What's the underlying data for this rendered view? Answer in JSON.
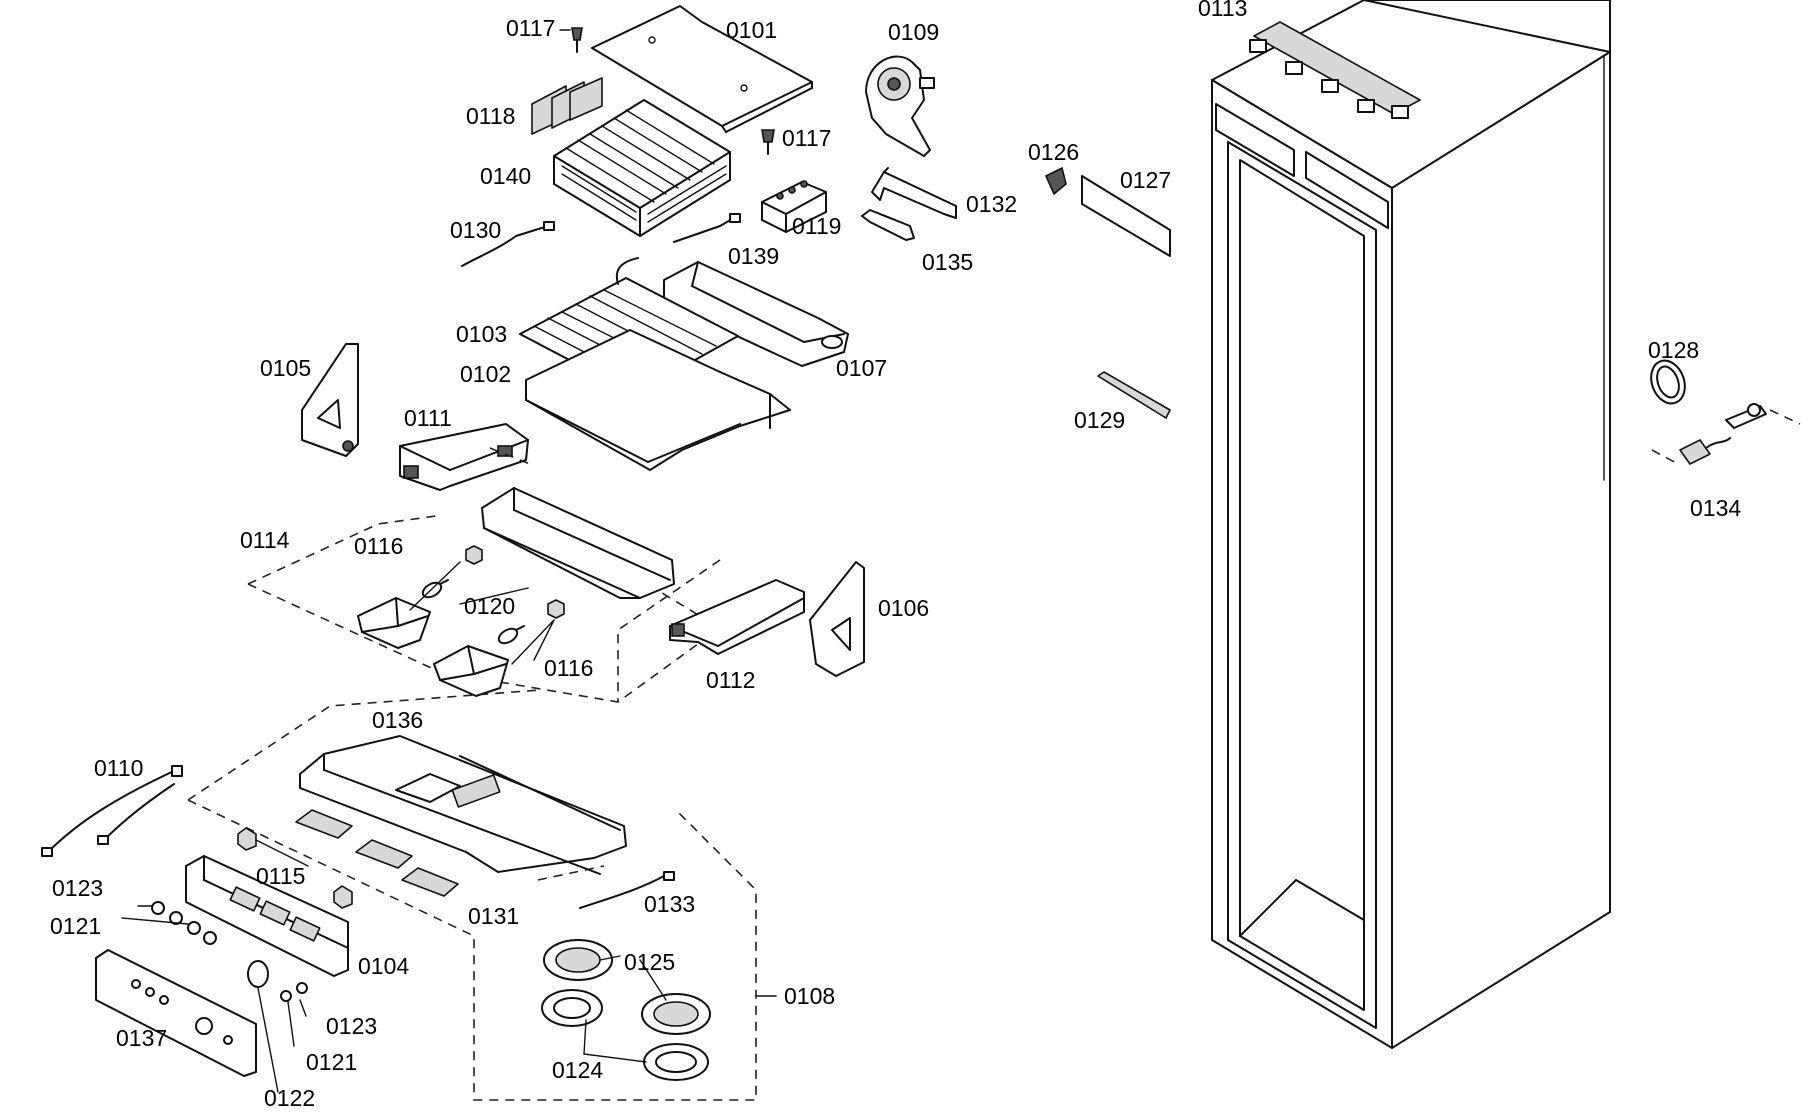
{
  "labels": {
    "p0101": "0101",
    "p0102": "0102",
    "p0103": "0103",
    "p0104": "0104",
    "p0105": "0105",
    "p0106": "0106",
    "p0107": "0107",
    "p0108": "0108",
    "p0109": "0109",
    "p0110": "0110",
    "p0111": "0111",
    "p0112": "0112",
    "p0113": "0113",
    "p0114": "0114",
    "p0115": "0115",
    "p0116a": "0116",
    "p0116b": "0116",
    "p0117a": "0117",
    "p0117b": "0117",
    "p0118": "0118",
    "p0119": "0119",
    "p0120": "0120",
    "p0121a": "0121",
    "p0121b": "0121",
    "p0122": "0122",
    "p0123a": "0123",
    "p0123b": "0123",
    "p0124": "0124",
    "p0125": "0125",
    "p0126": "0126",
    "p0127": "0127",
    "p0128": "0128",
    "p0129": "0129",
    "p0130": "0130",
    "p0131": "0131",
    "p0132": "0132",
    "p0133": "0133",
    "p0134": "0134",
    "p0135": "0135",
    "p0136": "0136",
    "p0137": "0137",
    "p0139": "0139",
    "p0140": "0140"
  }
}
